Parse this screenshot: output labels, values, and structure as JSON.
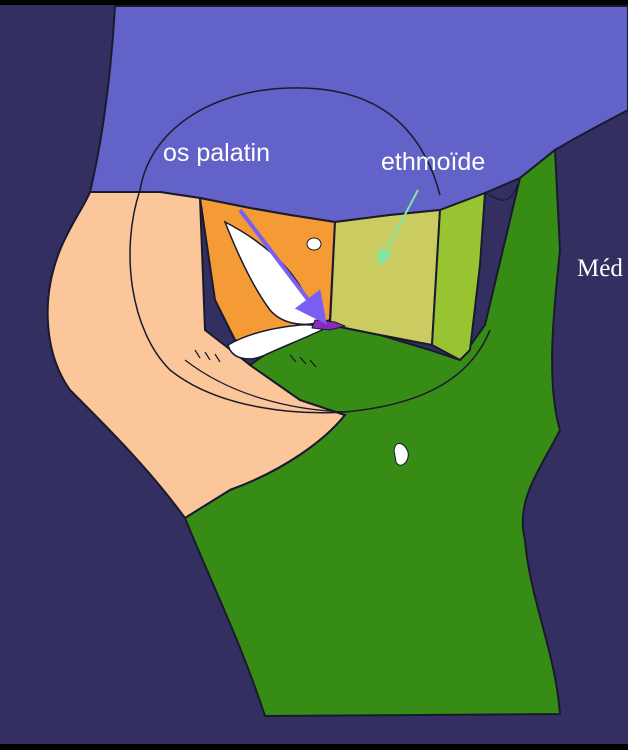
{
  "labels": {
    "palatin": "os palatin",
    "ethmoide": "ethmoïde",
    "side": "Méd"
  },
  "colors": {
    "background": "#332f60",
    "frame": "#000000",
    "top_region": "#6262c8",
    "skin_region": "#fac69a",
    "green_region": "#368c14",
    "orange_region": "#f59b36",
    "khaki_region": "#cacc62",
    "lightgreen_region": "#98c432",
    "purple_arrow": "#7a5ff2",
    "green_arrow": "#7de8a8",
    "outline": "#1a1a2e"
  }
}
